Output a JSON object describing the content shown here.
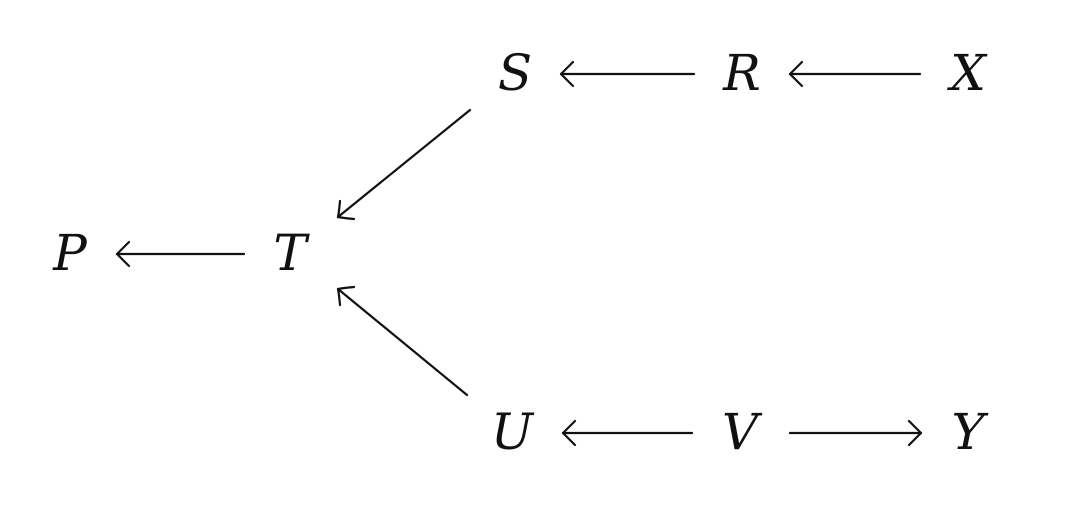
{
  "diagram": {
    "nodes": {
      "P": "P",
      "T": "T",
      "S": "S",
      "R": "R",
      "X": "X",
      "U": "U",
      "V": "V",
      "Y": "Y"
    },
    "edges": [
      {
        "from": "T",
        "to": "P"
      },
      {
        "from": "S",
        "to": "T"
      },
      {
        "from": "U",
        "to": "T"
      },
      {
        "from": "R",
        "to": "S"
      },
      {
        "from": "X",
        "to": "R"
      },
      {
        "from": "V",
        "to": "U"
      },
      {
        "from": "V",
        "to": "Y"
      }
    ]
  }
}
